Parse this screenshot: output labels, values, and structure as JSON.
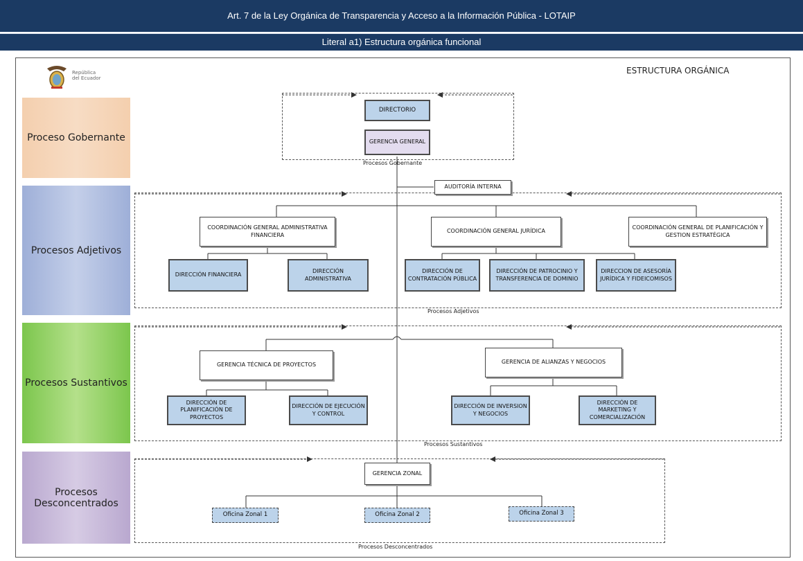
{
  "header": {
    "title": "Art. 7 de la Ley Orgánica de Transparencia y Acceso a la Información Pública - LOTAIP",
    "subtitle": "Literal a1) Estructura orgánica funcional"
  },
  "diagram": {
    "title": "ESTRUCTURA ORGÁNICA",
    "logo": {
      "line1": "República",
      "line2": "del Ecuador"
    },
    "bands": {
      "gobernante": "Proceso Gobernante",
      "adjetivos": "Procesos Adjetivos",
      "sustantivos": "Procesos Sustantivos",
      "desconcentrados": "Procesos Desconcentrados"
    },
    "captions": {
      "gobernante": "Procesos Gobernante",
      "adjetivos": "Procesos Adjetivos",
      "sustantivos": "Procesos Sustantivos",
      "desconcentrados": "Procesos Desconcentrados"
    },
    "nodes": {
      "directorio": "DIRECTORIO",
      "gerencia_general": "GERENCIA GENERAL",
      "auditoria": "AUDITORÍA INTERNA",
      "coord_admin_fin": "COORDINACIÓN GENERAL ADMINISTRATIVA FINANCIERA",
      "coord_juridica": "COORDINACIÓN GENERAL JURÍDICA",
      "coord_planificacion": "COORDINACIÓN GENERAL DE PLANIFICACIÓN Y GESTION ESTRATÉGICA",
      "dir_financiera": "DIRECCIÓN FINANCIERA",
      "dir_administrativa": "DIRECCIÓN ADMINISTRATIVA",
      "dir_contratacion": "DIRECCIÓN DE CONTRATACIÓN PÚBLICA",
      "dir_patrocinio": "DIRECCIÓN DE PATROCINIO Y TRANSFERENCIA DE DOMINIO",
      "dir_asesoria": "DIRECCION DE ASESORÍA JURÍDICA Y FIDEICOMISOS",
      "ger_tecnica": "GERENCIA TÉCNICA DE PROYECTOS",
      "ger_alianzas": "GERENCIA DE ALIANZAS Y NEGOCIOS",
      "dir_planif_proy": "DIRECCIÓN DE PLANIFICACIÓN DE PROYECTOS",
      "dir_ejecucion": "DIRECCIÓN DE EJECUCIÓN Y CONTROL",
      "dir_inversion": "DIRECCIÓN DE INVERSION Y NEGOCIOS",
      "dir_marketing": "DIRECCIÓN DE MARKETING Y COMERCIALIZACIÓN",
      "ger_zonal": "GERENCIA ZONAL",
      "oficina1": "Oficina Zonal 1",
      "oficina2": "Oficina Zonal 2",
      "oficina3": "Oficina Zonal 3"
    }
  }
}
